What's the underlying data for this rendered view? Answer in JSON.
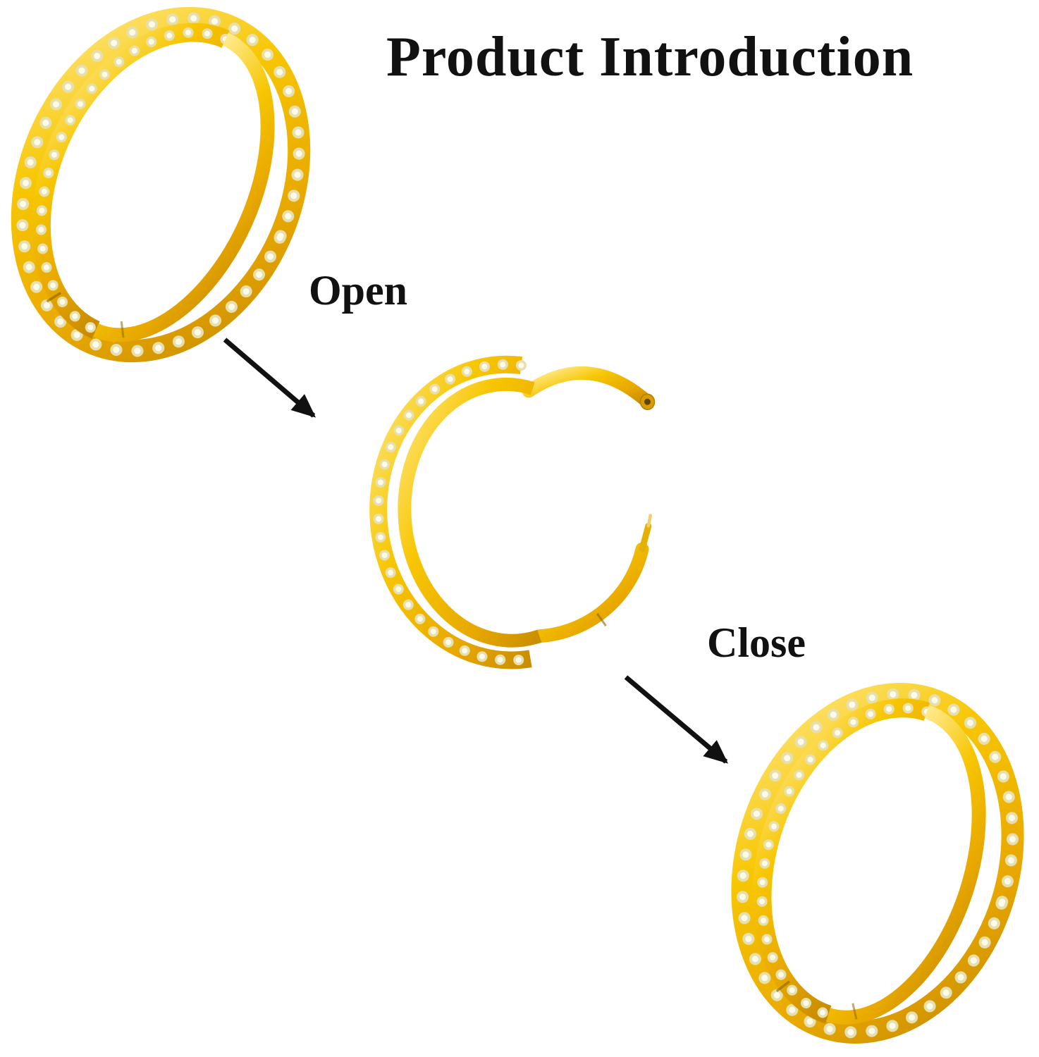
{
  "title": "Product Introduction",
  "labels": {
    "open": "Open",
    "close": "Close"
  },
  "colors": {
    "background": "#FFFFFF",
    "text": "#111111",
    "arrow": "#111111",
    "gold": "#F5BD02",
    "gold_light": "#FFEA8C",
    "gold_dark": "#C68A00",
    "gem": "#F2EDC6"
  },
  "rings": [
    {
      "id": "ring-closed-top-left",
      "state": "closed"
    },
    {
      "id": "ring-open-center",
      "state": "open"
    },
    {
      "id": "ring-closed-bottom-right",
      "state": "closed"
    }
  ]
}
